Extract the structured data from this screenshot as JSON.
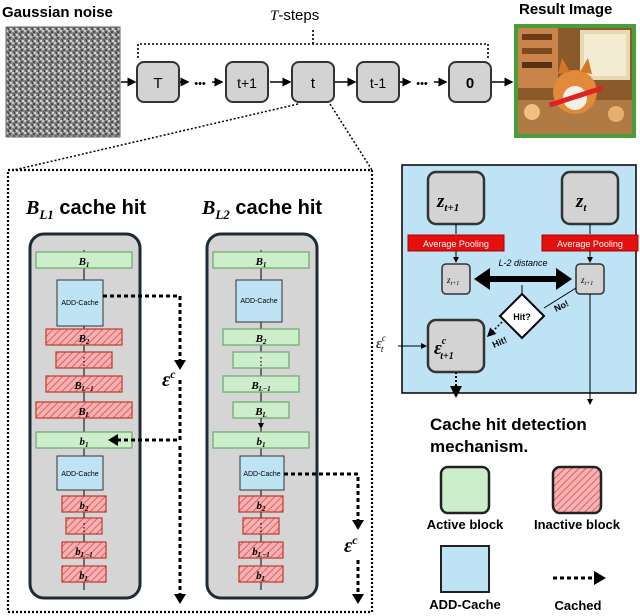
{
  "top": {
    "noise_label": "Gaussian noise",
    "tsteps_label": "-steps",
    "tsteps_var": "T",
    "result_label": "Result Image",
    "steps": [
      "T",
      "t+1",
      "t",
      "t-1",
      "0"
    ],
    "ellipsis": "•••"
  },
  "panels": {
    "left_title_sym": "B",
    "left_title_sub": "L1",
    "left_title_rest": " cache hit",
    "right_title_sym": "B",
    "right_title_sub": "L2",
    "right_title_rest": " cache hit",
    "eps_sym": "ε",
    "eps_sup": "c"
  },
  "blocks": {
    "B": "B",
    "b": "b",
    "sub_1": "1",
    "sub_2": "2",
    "sub_lm1": "L−1",
    "sub_L": "L",
    "dots": "⋮",
    "add_cache": "ADD-Cache"
  },
  "detector": {
    "z": "z",
    "z_next_sub": "t+1",
    "z_sub": "t",
    "avg_pool": "Average Pooling",
    "l2": "L-2 distance",
    "hit_q": "Hit?",
    "no": "No!",
    "hit": "Hit!",
    "eps": "ε",
    "eps_sub": "t",
    "eps_sup": "c",
    "eps_box_sub": "t+1",
    "eps_box_sup": "c",
    "caption_line1": "Cache hit detection",
    "caption_line2": "mechanism."
  },
  "legend": {
    "active": "Active block",
    "inactive": "Inactive block",
    "add_cache": "ADD-Cache",
    "cached": "Cached"
  },
  "colors": {
    "active_fill": "#cdeecb",
    "active_stroke": "#6aa86a",
    "inactive_fill": "#f2a6a6",
    "inactive_stroke": "#c0392b",
    "cache_fill": "#bde3f5",
    "detector_bg": "#bde3f5",
    "pool_red": "#e41010",
    "panel_gray": "#d5d5d5"
  }
}
